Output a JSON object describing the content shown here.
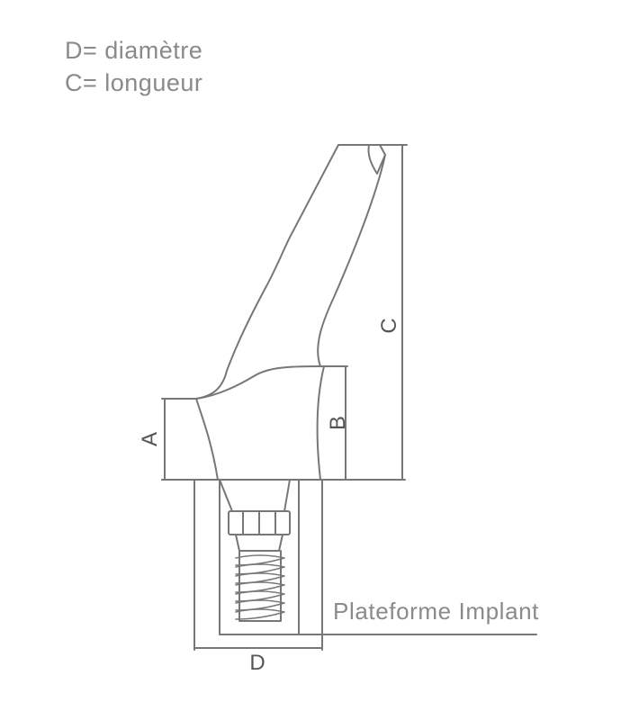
{
  "legend": {
    "line_d": "D= diamètre",
    "line_c": "C= longueur"
  },
  "dimensions": {
    "a": "A",
    "b": "B",
    "c": "C",
    "d": "D"
  },
  "platform_label": "Plateforme Implant",
  "colors": {
    "line": "#777777",
    "text": "#8a8a8a",
    "label": "#555555"
  }
}
